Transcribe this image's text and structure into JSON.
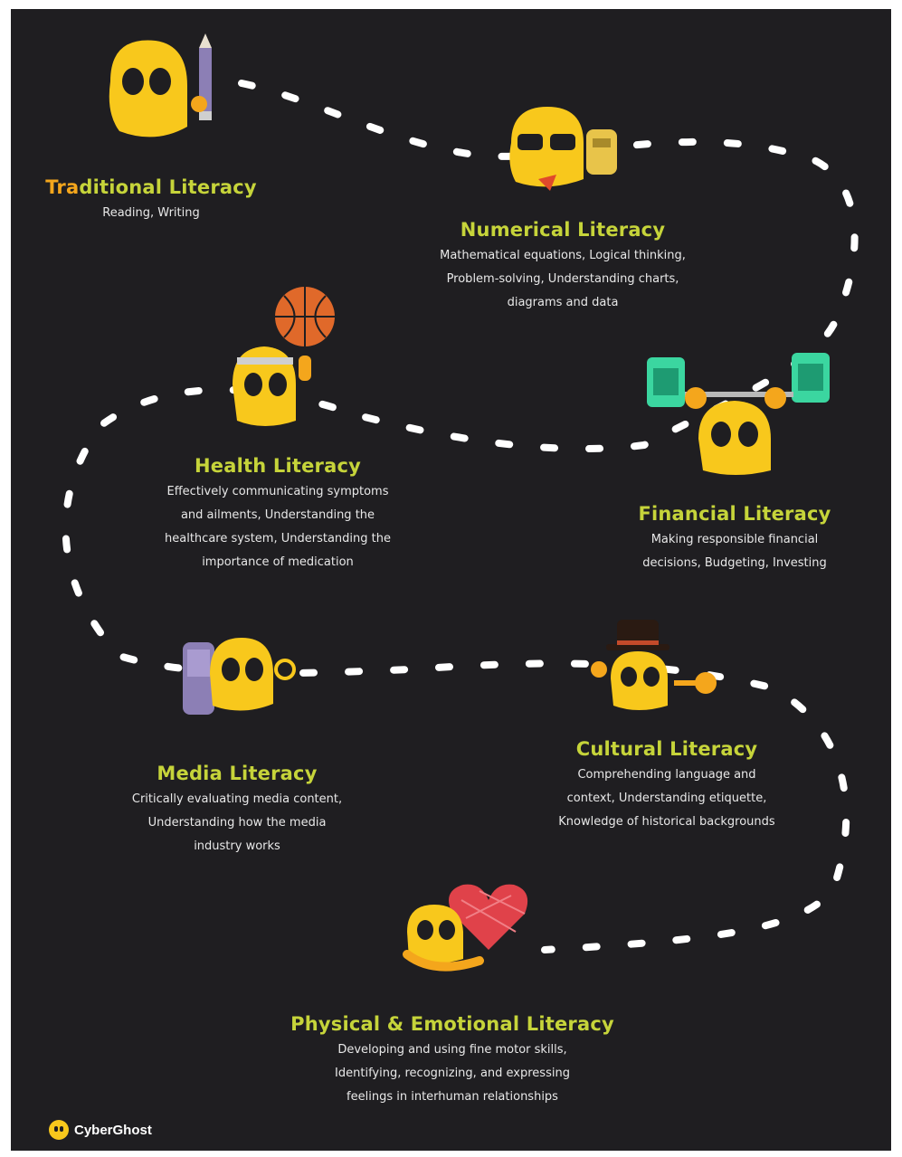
{
  "accent_colors": {
    "title_green": "#c6d43a",
    "title_orange": "#f4a61c",
    "mascot_yellow": "#f8c81c",
    "background": "#1f1e21"
  },
  "stations": [
    {
      "title": "Traditional Literacy",
      "lines": [
        "Reading, Writing"
      ],
      "mascot": "pencil-mascot-icon"
    },
    {
      "title": "Numerical Literacy",
      "lines": [
        "Mathematical equations, Logical thinking,",
        "Problem-solving, Understanding charts,",
        "diagrams and data"
      ],
      "mascot": "glasses-mascot-icon"
    },
    {
      "title": "Health Literacy",
      "lines": [
        "Effectively communicating symptoms",
        "and ailments, Understanding the",
        "healthcare system, Understanding the",
        "importance of medication"
      ],
      "mascot": "basketball-mascot-icon"
    },
    {
      "title": "Financial Literacy",
      "lines": [
        "Making responsible financial",
        "decisions, Budgeting, Investing"
      ],
      "mascot": "money-lifting-mascot-icon"
    },
    {
      "title": "Media Literacy",
      "lines": [
        "Critically evaluating media content,",
        "Understanding how the media",
        "industry works"
      ],
      "mascot": "phone-mascot-icon"
    },
    {
      "title": "Cultural Literacy",
      "lines": [
        "Comprehending language and",
        "context, Understanding etiquette,",
        "Knowledge of historical backgrounds"
      ],
      "mascot": "top-hat-mascot-icon"
    },
    {
      "title": "Physical & Emotional Literacy",
      "lines": [
        "Developing and using fine motor skills,",
        "Identifying, recognizing, and expressing",
        "feelings in interhuman relationships"
      ],
      "mascot": "heart-mascot-icon"
    }
  ],
  "brand": {
    "name": "CyberGhost",
    "logo": "cyberghost-logo-icon"
  }
}
